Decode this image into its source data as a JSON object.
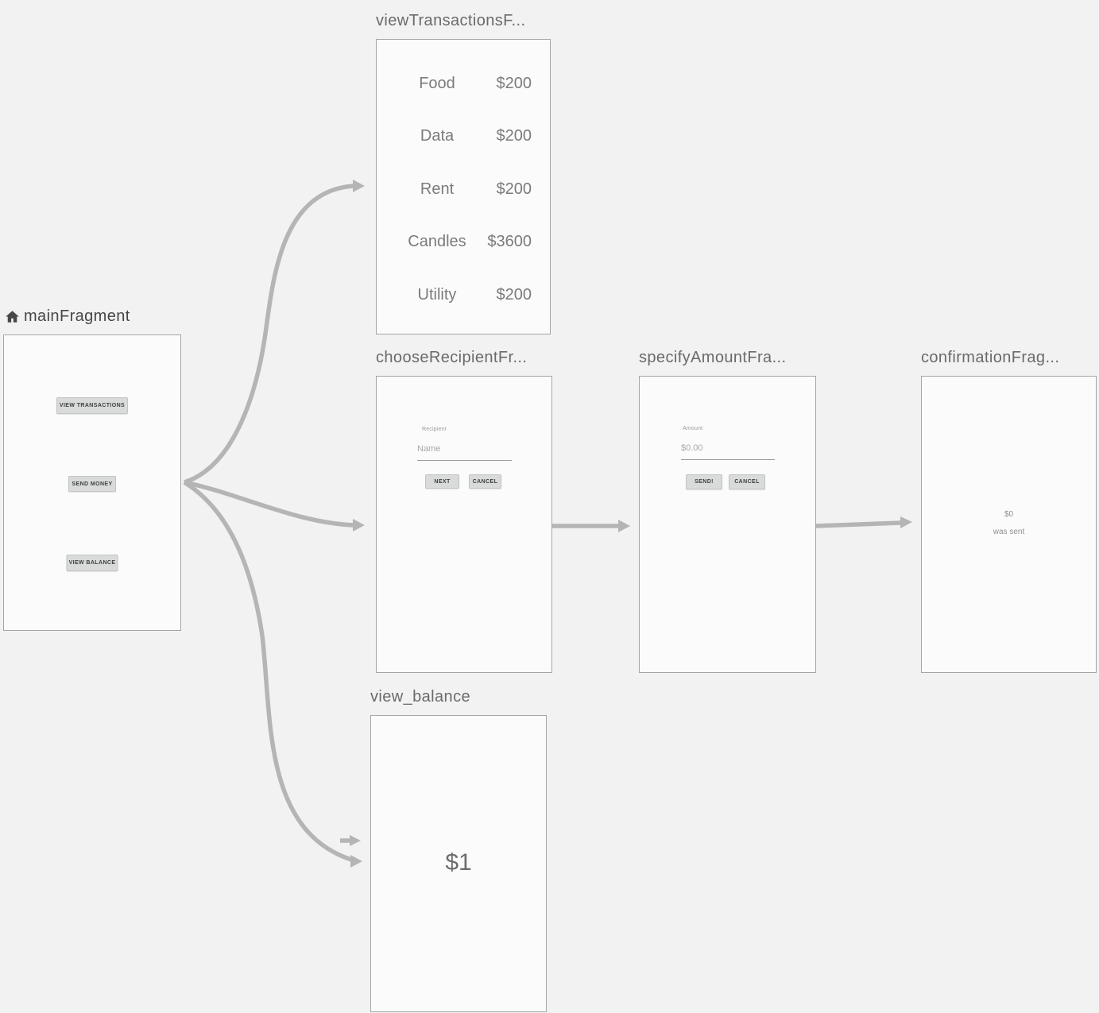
{
  "canvas": {
    "background": "#f2f2f2",
    "frame_bg": "#fbfbfb",
    "frame_border": "#a5a5a5",
    "arrow": "#b5b5b5",
    "title": "#6a6a6a",
    "main_title": "#474747",
    "button_bg": "#d9dbdb",
    "button_border": "#c3c5c5",
    "button_text": "#3e3e3e",
    "row_text": "#7b7b7b",
    "label_text": "#9b9b9b",
    "hint_text": "#a7a7a7",
    "underline": "#9b9b9b",
    "balance_text": "#6d6d6d",
    "confirm_text": "#8f8f8f"
  },
  "fragments": {
    "main": {
      "title": "mainFragment",
      "icon": "home-icon",
      "buttons": {
        "view_transactions": "VIEW TRANSACTIONS",
        "send_money": "SEND MONEY",
        "view_balance": "VIEW BALANCE"
      }
    },
    "view_transactions": {
      "title": "viewTransactionsF...",
      "rows": [
        {
          "label": "Food",
          "amount": "$200"
        },
        {
          "label": "Data",
          "amount": "$200"
        },
        {
          "label": "Rent",
          "amount": "$200"
        },
        {
          "label": "Candles",
          "amount": "$3600"
        },
        {
          "label": "Utility",
          "amount": "$200"
        }
      ]
    },
    "choose_recipient": {
      "title": "chooseRecipientFr...",
      "field_label": "Recipient",
      "field_hint": "Name",
      "next_button": "NEXT",
      "cancel_button": "CANCEL"
    },
    "specify_amount": {
      "title": "specifyAmountFra...",
      "field_label": "Amount",
      "field_hint": "$0.00",
      "send_button": "SEND!",
      "cancel_button": "CANCEL"
    },
    "confirmation": {
      "title": "confirmationFrag...",
      "line1": "$0",
      "line2": "was sent"
    },
    "view_balance": {
      "title": "view_balance",
      "balance": "$1"
    }
  }
}
